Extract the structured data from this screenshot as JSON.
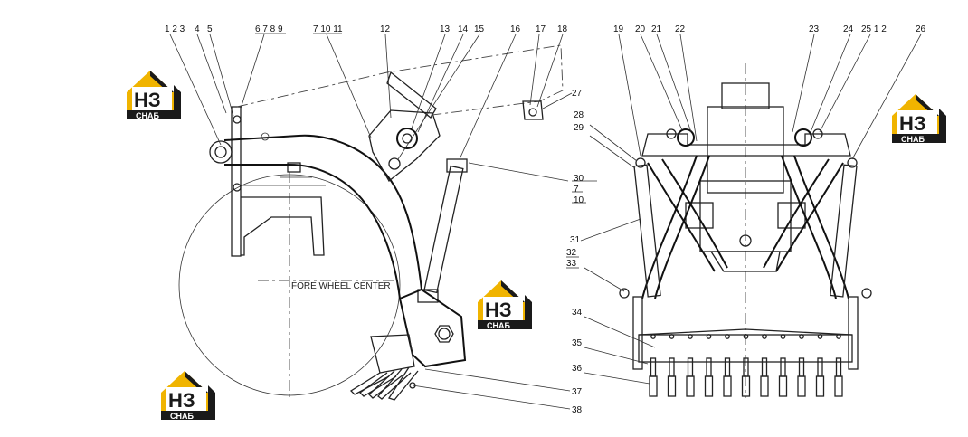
{
  "left_view": {
    "fore_wheel_center": "FORE WHEEL CENTER"
  },
  "callouts": [
    {
      "id": "c-1-2-3",
      "text": "1 2 3"
    },
    {
      "id": "c-4",
      "text": "4"
    },
    {
      "id": "c-5",
      "text": "5"
    },
    {
      "id": "c-6-7-8-9",
      "text": "6 7 8 9"
    },
    {
      "id": "c-7-10-11",
      "text": "7 10 11"
    },
    {
      "id": "c-12",
      "text": "12"
    },
    {
      "id": "c-13",
      "text": "13"
    },
    {
      "id": "c-14",
      "text": "14"
    },
    {
      "id": "c-15",
      "text": "15"
    },
    {
      "id": "c-16",
      "text": "16"
    },
    {
      "id": "c-17",
      "text": "17"
    },
    {
      "id": "c-18",
      "text": "18"
    },
    {
      "id": "c-27",
      "text": "27"
    },
    {
      "id": "c-30",
      "text": "30"
    },
    {
      "id": "c-7b",
      "text": "7"
    },
    {
      "id": "c-10b",
      "text": "10"
    },
    {
      "id": "c-37",
      "text": "37"
    },
    {
      "id": "c-38",
      "text": "38"
    },
    {
      "id": "c-19",
      "text": "19"
    },
    {
      "id": "c-20",
      "text": "20"
    },
    {
      "id": "c-21",
      "text": "21"
    },
    {
      "id": "c-22",
      "text": "22"
    },
    {
      "id": "c-23",
      "text": "23"
    },
    {
      "id": "c-24",
      "text": "24"
    },
    {
      "id": "c-25-1-2",
      "text": "25 1 2"
    },
    {
      "id": "c-26",
      "text": "26"
    },
    {
      "id": "c-28",
      "text": "28"
    },
    {
      "id": "c-29",
      "text": "29"
    },
    {
      "id": "c-31",
      "text": "31"
    },
    {
      "id": "c-32",
      "text": "32"
    },
    {
      "id": "c-33",
      "text": "33"
    },
    {
      "id": "c-34",
      "text": "34"
    },
    {
      "id": "c-35",
      "text": "35"
    },
    {
      "id": "c-36",
      "text": "36"
    }
  ],
  "watermark": {
    "letters": "НЗ",
    "caption": "СНАБ",
    "accent_color": "#f0b400",
    "dark_color": "#1a1a1a"
  }
}
